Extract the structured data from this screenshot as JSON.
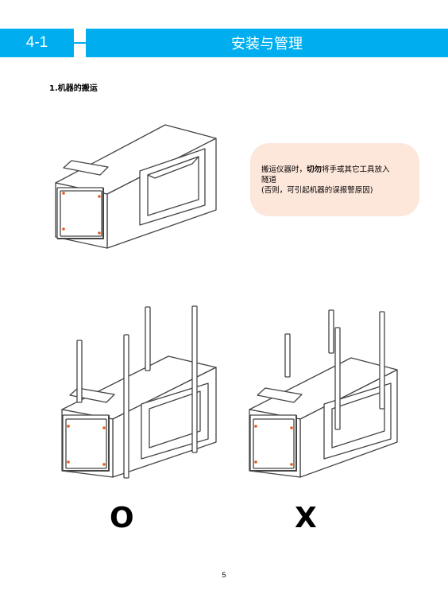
{
  "header": {
    "section_number": "4-1",
    "title": "安装与管理",
    "accent_color": "#00aeef"
  },
  "section": {
    "title": "1.机器的搬运"
  },
  "callout": {
    "line1_pre": "搬运仪器时，",
    "line1_bold": "切勿",
    "line1_post": "将手或其它工具放入",
    "line2": "隧道",
    "line3": "(否则，可引起机器的误报警原因)",
    "background_color": "#fde6da"
  },
  "marks": {
    "correct": "O",
    "wrong": "X"
  },
  "footer": {
    "page_number": "5"
  }
}
